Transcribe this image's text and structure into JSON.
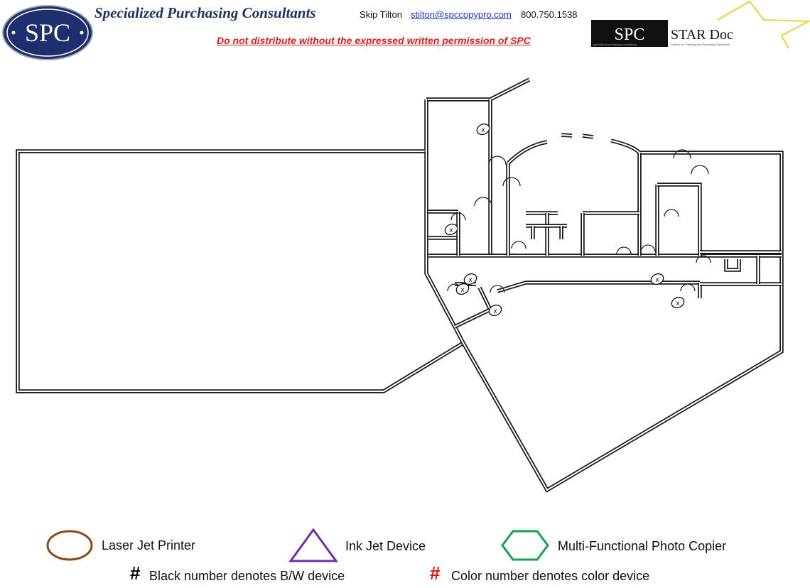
{
  "header": {
    "logo_text": "SPC",
    "company": "Specialized Purchasing Consultants",
    "contact_name": "Skip Tilton",
    "contact_email": "stilton@spccopypro.com",
    "contact_phone": "800.750.1538",
    "warning": "Do not distribute without the expressed written permission of SPC",
    "star_logo_left": "SPC",
    "star_logo_right": "STAR Doc",
    "star_logo_sub_left": "specialized purchasing consultants",
    "star_logo_sub_right": "System for Tracking and Reporting Documents"
  },
  "legend": {
    "laser": "Laser Jet Printer",
    "inkjet": "Ink Jet Device",
    "mfp": "Multi-Functional Photo Copier",
    "hash": "#",
    "bw_note": "Black number denotes B/W device",
    "color_note": "Color number denotes color device",
    "colors": {
      "laser": "#8b4a1c",
      "inkjet": "#7030a0",
      "mfp": "#1aa050",
      "color_hash": "#e01010",
      "brand": "#1f2f6e"
    }
  }
}
